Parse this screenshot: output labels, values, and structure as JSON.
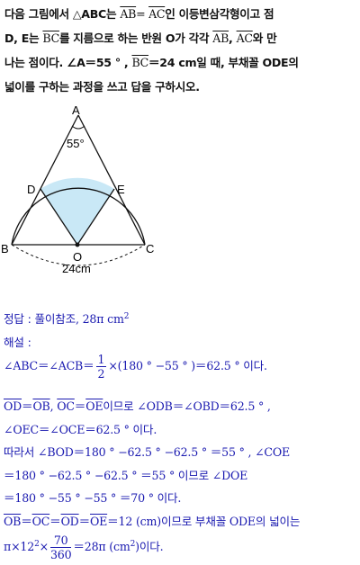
{
  "problem": {
    "l1a": "다음 그림에서 △ABC는 ",
    "l1ab": "AB",
    "l1eq": "= ",
    "l1ac": "AC",
    "l1b": "인 이등변삼각형이고 점",
    "l2a": "D, E는 ",
    "l2bc": "BC",
    "l2b": "를 지름으로 하는 반원 O가 각각 ",
    "l2ab": "AB",
    "l2c": ", ",
    "l2ac": "AC",
    "l2d": "와 만",
    "l3a": "나는 점이다. ∠A＝55 ° , ",
    "l3bc": "BC",
    "l3b": "＝24 cm일 때, 부채꼴 ODE의",
    "l4": "넓이를 구하는 과정을 쓰고 답을 구하시오."
  },
  "figure": {
    "labels": {
      "A": "A",
      "B": "B",
      "C": "C",
      "D": "D",
      "E": "E",
      "O": "O"
    },
    "angle": "55°",
    "length": "24cm",
    "colors": {
      "sector_fill": "#c9e8f6",
      "stroke": "#111111"
    }
  },
  "solution": {
    "answer_label": "정답 : ",
    "answer_text": "풀이참조, 28π cm",
    "answer_exp": "2",
    "explain_label": "해설 :",
    "r1_a": "∠ABC＝∠ACB＝",
    "r1_num": "1",
    "r1_den": "2",
    "r1_b": "×(180 ° −55 ° )＝62.5 ° 이다.",
    "r2_od": "OD",
    "r2_eq1": "＝",
    "r2_ob": "OB",
    "r2_sep": ", ",
    "r2_oc": "OC",
    "r2_eq2": "＝",
    "r2_oe": "OE",
    "r2_b": "이므로 ∠ODB＝∠OBD＝62.5 ° ,",
    "r3": "∠OEC＝∠OCE＝62.5 ° 이다.",
    "r4": "따라서 ∠BOD＝180 ° −62.5 ° −62.5 ° ＝55 ° , ∠COE",
    "r5": "＝180 ° −62.5 ° −62.5 ° ＝55 ° 이므로 ∠DOE",
    "r6": "＝180 ° −55 ° −55 ° ＝70 ° 이다.",
    "r7_ob": "OB",
    "r7_oc": "OC",
    "r7_od": "OD",
    "r7_oe": "OE",
    "r7_eq": "＝",
    "r7_b": "＝12 (cm)이므로 부채꼴 ODE의 넓이는",
    "r8_a": "π×12",
    "r8_exp": "2",
    "r8_x": "×",
    "r8_num": "70",
    "r8_den": "360",
    "r8_b": "＝28π (cm",
    "r8_exp2": "2",
    "r8_c": ")이다."
  }
}
